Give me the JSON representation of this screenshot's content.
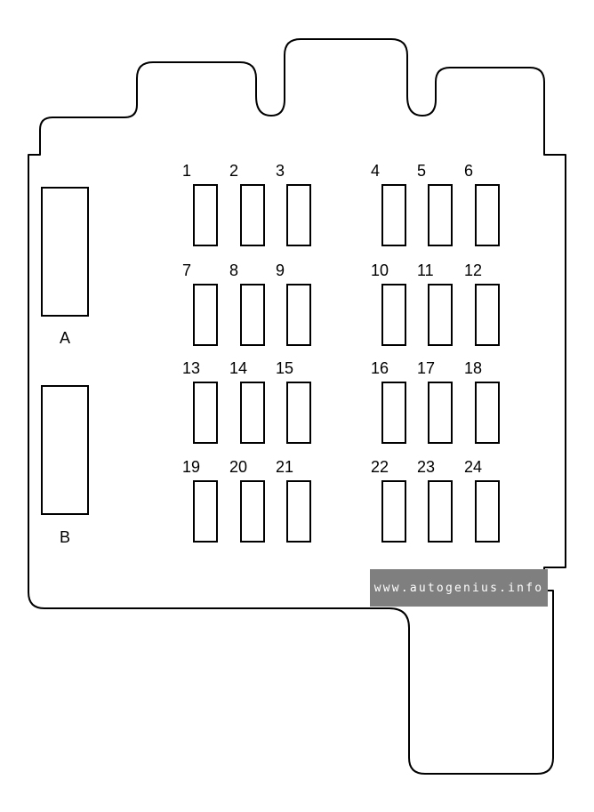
{
  "relays": [
    {
      "label": "A"
    },
    {
      "label": "B"
    }
  ],
  "fuses": [
    {
      "label": "1"
    },
    {
      "label": "2"
    },
    {
      "label": "3"
    },
    {
      "label": "4"
    },
    {
      "label": "5"
    },
    {
      "label": "6"
    },
    {
      "label": "7"
    },
    {
      "label": "8"
    },
    {
      "label": "9"
    },
    {
      "label": "10"
    },
    {
      "label": "11"
    },
    {
      "label": "12"
    },
    {
      "label": "13"
    },
    {
      "label": "14"
    },
    {
      "label": "15"
    },
    {
      "label": "16"
    },
    {
      "label": "17"
    },
    {
      "label": "18"
    },
    {
      "label": "19"
    },
    {
      "label": "20"
    },
    {
      "label": "21"
    },
    {
      "label": "22"
    },
    {
      "label": "23"
    },
    {
      "label": "24"
    }
  ],
  "watermark": "www.autogenius.info"
}
